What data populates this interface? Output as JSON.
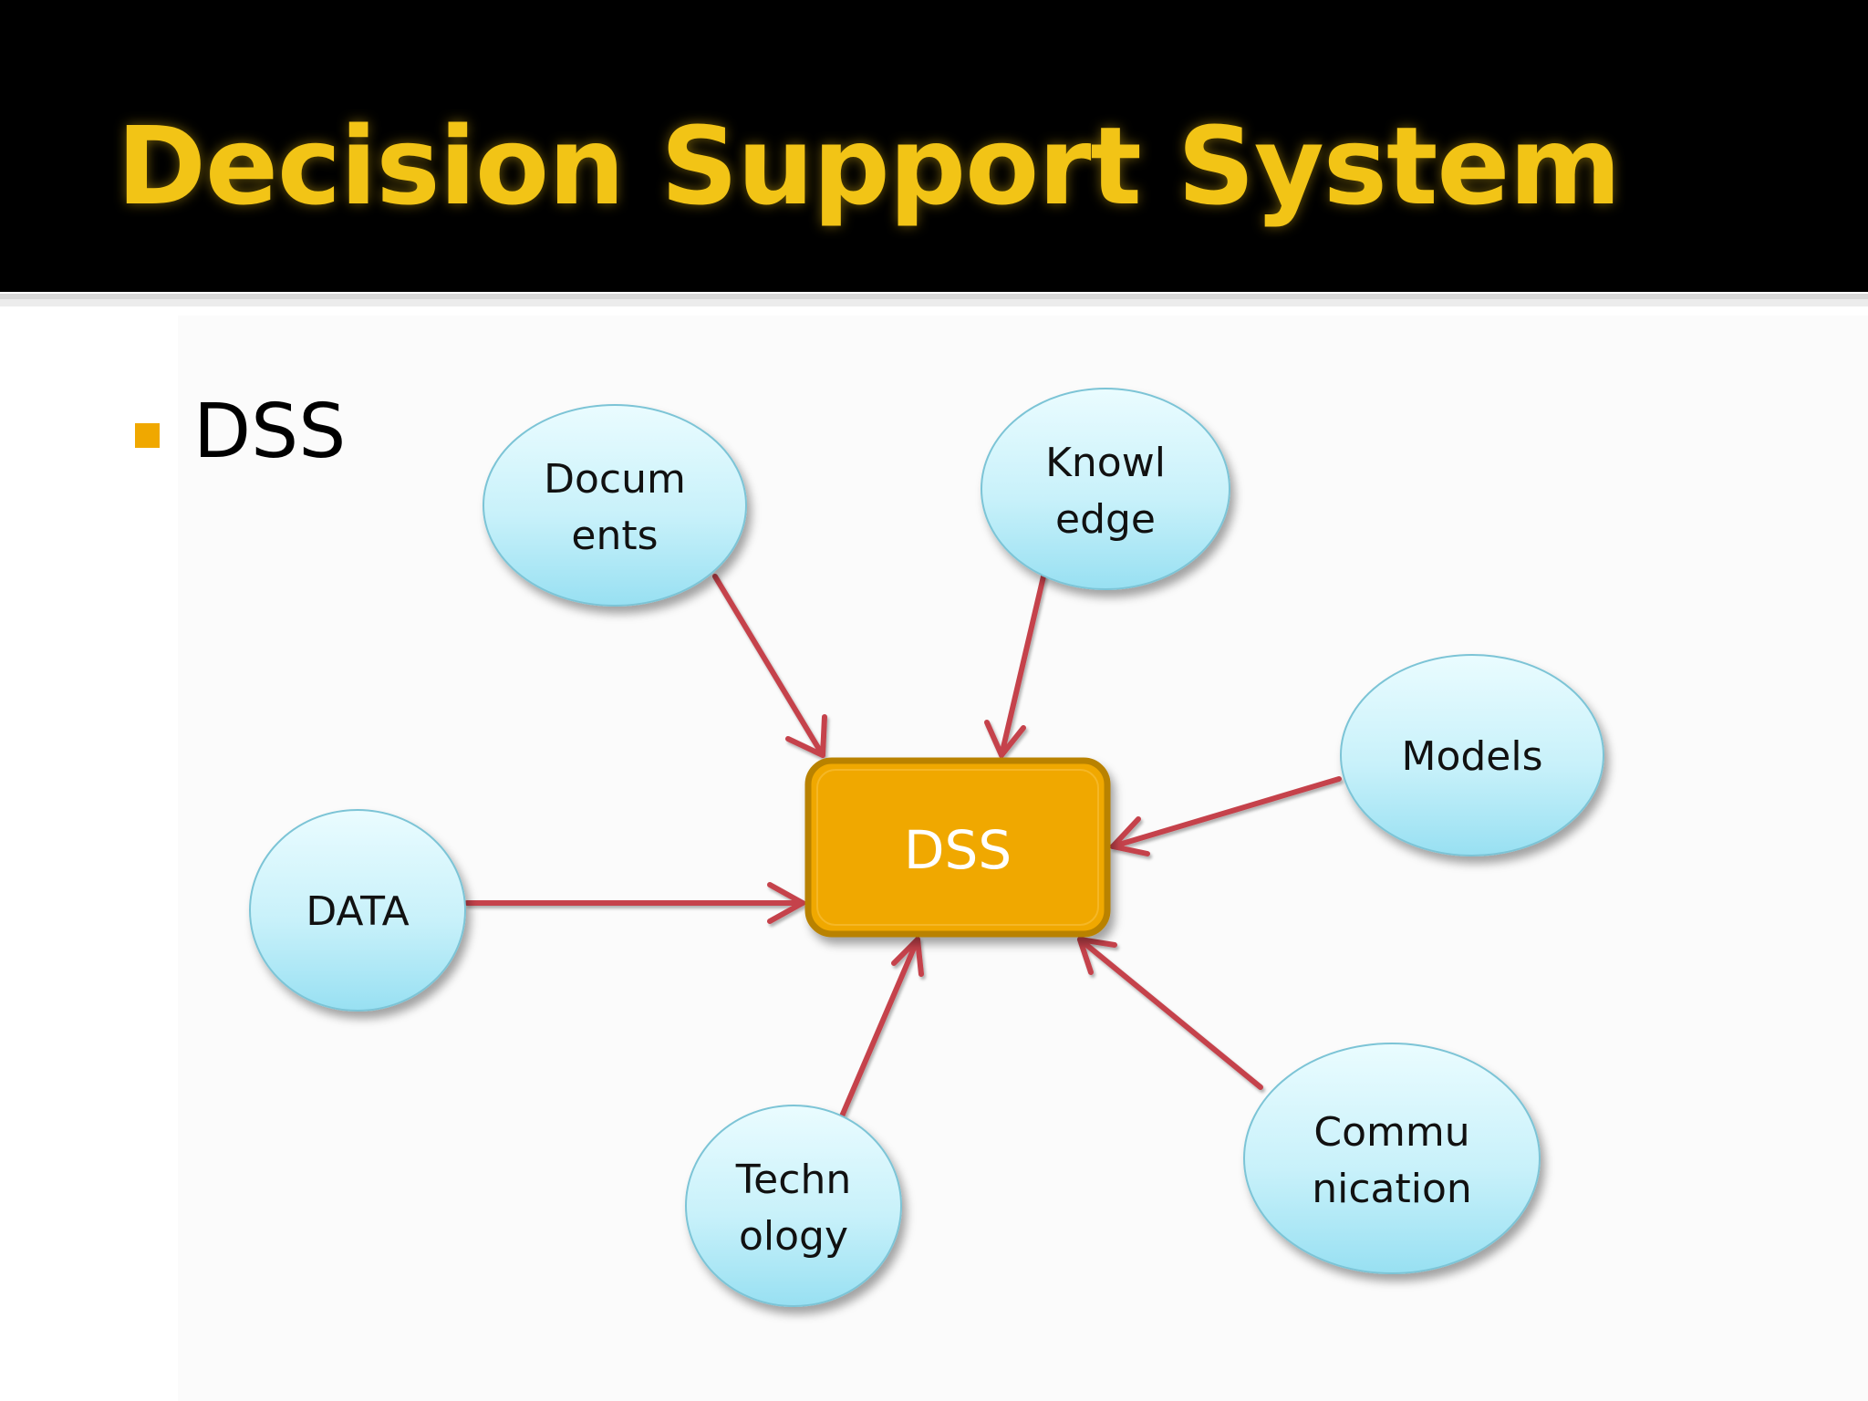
{
  "slide": {
    "title": "Decision Support System",
    "bullet": "DSS"
  },
  "diagram": {
    "center": {
      "label": "DSS"
    },
    "nodes": {
      "documents": {
        "line1": "Docum",
        "line2": "ents"
      },
      "knowledge": {
        "line1": "Knowl",
        "line2": "edge"
      },
      "models": {
        "line1": "Models"
      },
      "data": {
        "line1": "DATA"
      },
      "technology": {
        "line1": "Techn",
        "line2": "ology"
      },
      "communication": {
        "line1": "Commu",
        "line2": "nication"
      }
    }
  },
  "colors": {
    "title": "#f2c416",
    "bullet": "#f0a800",
    "center_fill": "#f0a800",
    "center_stroke": "#b98200",
    "node_fill_top": "#e9fbfe",
    "node_fill_bottom": "#9fe2f3",
    "node_stroke": "#7cc4d6",
    "arrow": "#c0404a"
  }
}
